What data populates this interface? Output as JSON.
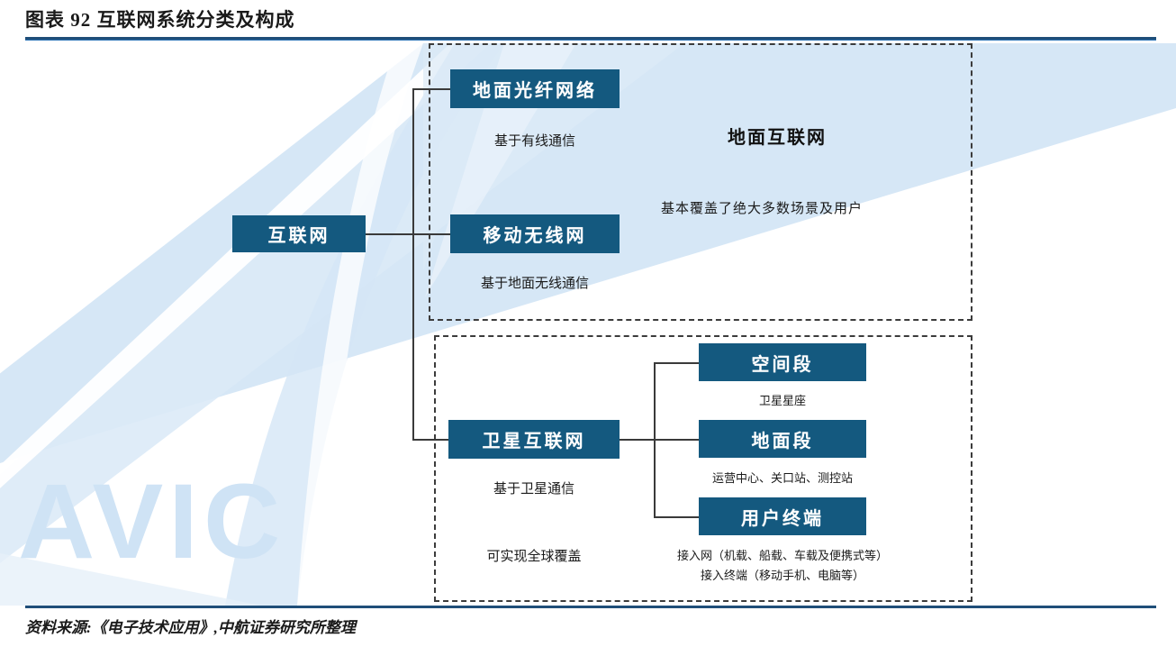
{
  "header": {
    "figure_label": "图表 92  互联网系统分类及构成"
  },
  "footer": {
    "source": "资料来源:《电子技术应用》,中航证券研究所整理"
  },
  "watermark": {
    "text": "AVIC"
  },
  "colors": {
    "node_fill": "#14597f",
    "rule": "#1f4e79",
    "watermark": "#cfe3f5",
    "dash_border": "#3c3c3c",
    "connector": "#3a3a3a"
  },
  "diagram": {
    "root": {
      "label": "互联网"
    },
    "regions": [
      {
        "id": "terrestrial",
        "title": "地面互联网",
        "subtitle": "基本覆盖了绝大多数场景及用户",
        "nodes": [
          {
            "label": "地面光纤网络",
            "caption": "基于有线通信"
          },
          {
            "label": "移动无线网",
            "caption": "基于地面无线通信"
          }
        ]
      },
      {
        "id": "satellite",
        "title": "",
        "subtitle": "",
        "nodes": [
          {
            "label": "卫星互联网",
            "caption": "基于卫星通信",
            "caption2": "可实现全球覆盖"
          }
        ],
        "segments": [
          {
            "label": "空间段",
            "caption": "卫星星座"
          },
          {
            "label": "地面段",
            "caption": "运营中心、关口站、测控站"
          },
          {
            "label": "用户终端",
            "caption_line1": "接入网（机载、船载、车载及便携式等）",
            "caption_line2": "接入终端（移动手机、电脑等）"
          }
        ]
      }
    ]
  }
}
